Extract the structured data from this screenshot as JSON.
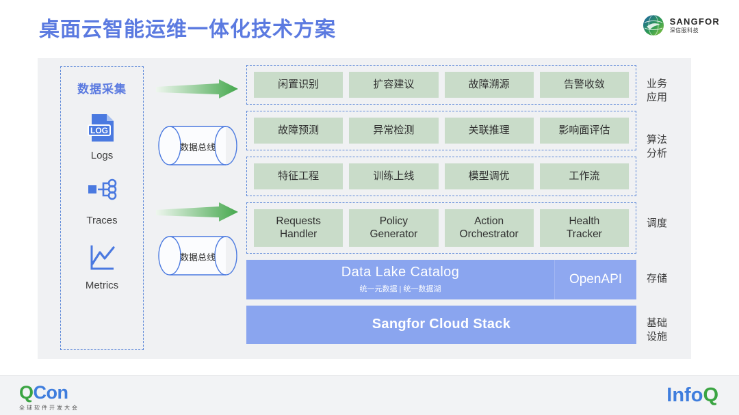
{
  "header": {
    "title": "桌面云智能运维一体化技术方案",
    "brand_name": "SANGFOR",
    "brand_sub": "深信服科技",
    "brand_logo_icon": "sangfor-globe-icon",
    "title_color": "#5b7ae0"
  },
  "collect_panel": {
    "title": "数据采集",
    "items": [
      {
        "label": "Logs",
        "icon": "log-file-icon"
      },
      {
        "label": "Traces",
        "icon": "trace-tree-icon"
      },
      {
        "label": "Metrics",
        "icon": "metrics-chart-icon"
      }
    ]
  },
  "bus": {
    "arrow_icon": "green-gradient-arrow-icon",
    "cylinder_icon": "data-bus-cylinder-icon",
    "items": [
      {
        "label": "数据总线"
      },
      {
        "label": "数据总线"
      }
    ]
  },
  "stack": {
    "rows": [
      {
        "cells": [
          "闲置识别",
          "扩容建议",
          "故障溯源",
          "告警收敛"
        ]
      },
      {
        "cells": [
          "故障预测",
          "异常检测",
          "关联推理",
          "影响面评估"
        ]
      },
      {
        "cells": [
          "特征工程",
          "训练上线",
          "模型调优",
          "工作流"
        ]
      },
      {
        "cells": [
          "Requests\nHandler",
          "Policy\nGenerator",
          "Action\nOrchestrator",
          "Health\nTracker"
        ]
      }
    ],
    "catalog": {
      "title": "Data Lake Catalog",
      "subtitle": "统一元数据 | 统一数据湖",
      "api_label": "OpenAPI"
    },
    "cloud_stack": {
      "label": "Sangfor Cloud Stack"
    },
    "colors": {
      "cell_green": "#c9dcc9",
      "bar_blue": "#8aa5ef",
      "api_blue": "#8fa8f0",
      "dashed_border": "#5a86d8",
      "card_bg": "#f0f1f3"
    }
  },
  "side_labels": [
    {
      "line1": "业务",
      "line2": "应用"
    },
    {
      "line1": "算法",
      "line2": "分析"
    },
    {
      "line1": "调度",
      "line2": ""
    },
    {
      "line1": "存储",
      "line2": ""
    },
    {
      "line1": "基础",
      "line2": "设施"
    }
  ],
  "footer": {
    "qcon_q": "Q",
    "qcon_con": "Con",
    "qcon_sub": "全球软件开发大会",
    "infoq_info": "Info",
    "infoq_q": "Q"
  }
}
